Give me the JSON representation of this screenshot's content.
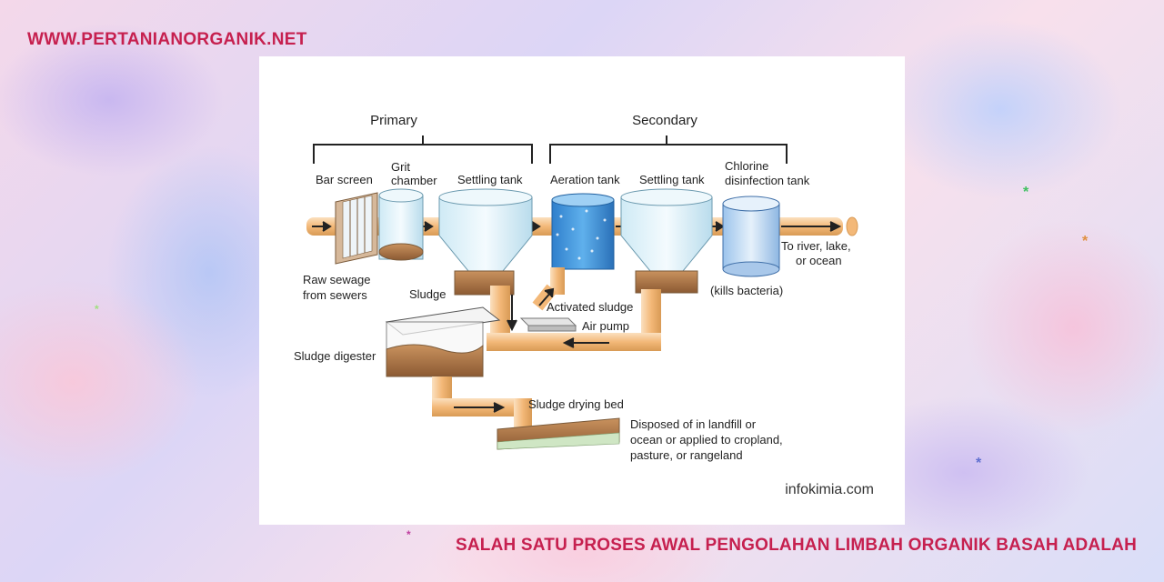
{
  "site_url": "WWW.PERTANIANORGANIK.NET",
  "caption": "SALAH SATU PROSES AWAL PENGOLAHAN LIMBAH ORGANIK BASAH ADALAH",
  "diagram": {
    "stage_primary": "Primary",
    "stage_secondary": "Secondary",
    "labels": {
      "bar_screen": "Bar screen",
      "grit_1": "Grit",
      "grit_2": "chamber",
      "settling_tank_1": "Settling tank",
      "aeration_tank": "Aeration tank",
      "settling_tank_2": "Settling tank",
      "chlorine_1": "Chlorine",
      "chlorine_2": "disinfection tank",
      "to_river_1": "To river, lake,",
      "to_river_2": "or ocean",
      "raw_sewage_1": "Raw sewage",
      "raw_sewage_2": "from sewers",
      "sludge": "Sludge",
      "activated_sludge": "Activated sludge",
      "air_pump": "Air pump",
      "kills_bacteria": "(kills bacteria)",
      "sludge_digester": "Sludge digester",
      "sludge_drying_bed": "Sludge drying bed",
      "disposed_1": "Disposed of in landfill or",
      "disposed_2": "ocean or applied to cropland,",
      "disposed_3": "pasture, or rangeland"
    },
    "watermark": "infokimia.com"
  },
  "colors": {
    "accent": "#c6204f",
    "pipe": "#f6c48a",
    "pipe_edge": "#d89a55",
    "tank_glass": "#d9f0f8",
    "water": "#3b8fd6",
    "sludge": "#b07a4a"
  },
  "decor_stars": [
    "#5aa8f0",
    "#f0a050",
    "#40c060",
    "#e060c0",
    "#7040c0",
    "#6070d0",
    "#a0e080"
  ]
}
